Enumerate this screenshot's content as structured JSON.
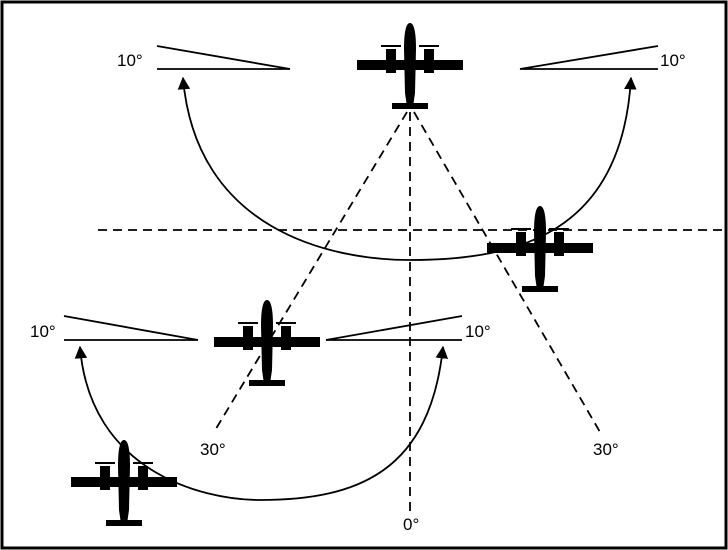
{
  "labels": {
    "top_left_angle": "10°",
    "top_right_angle": "10°",
    "mid_left_angle": "10°",
    "mid_right_angle": "10°",
    "left_ray_angle": "30°",
    "right_ray_angle": "30°",
    "center_axis_angle": "0°"
  },
  "icons": {
    "aircraft": "twin-engine-airplane-icon"
  }
}
